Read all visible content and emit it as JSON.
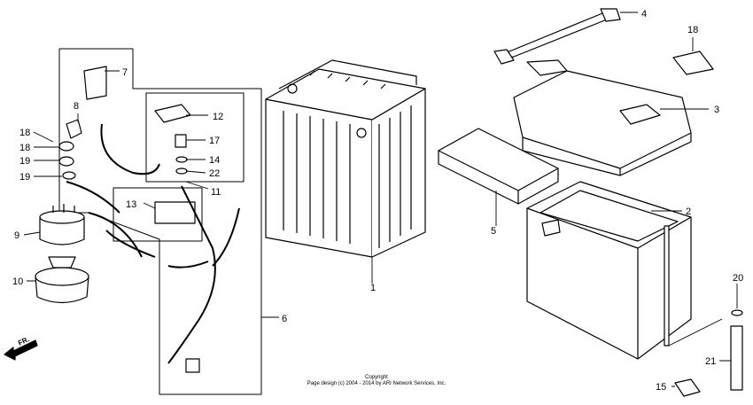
{
  "part_labels": [
    "1",
    "2",
    "3",
    "4",
    "5",
    "6",
    "7",
    "8",
    "9",
    "10",
    "11",
    "12",
    "13",
    "14",
    "15",
    "17",
    "18",
    "18",
    "19",
    "19",
    "20",
    "21",
    "22"
  ],
  "direction_label": "FR.",
  "copyright": {
    "line1": "Copyright",
    "line2": "Page design (c) 2004 - 2014 by ARI Network Services, Inc."
  }
}
